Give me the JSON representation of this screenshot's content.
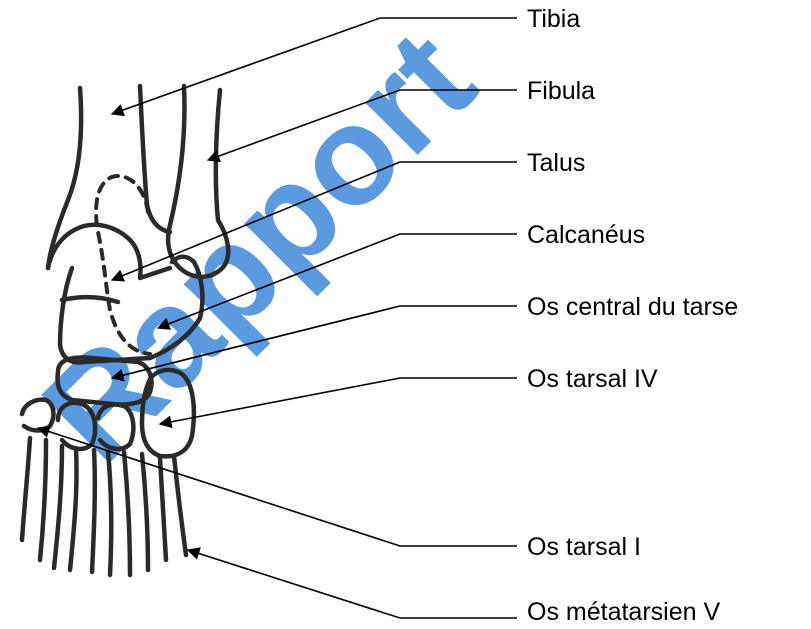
{
  "labels": {
    "tibia": "Tibia",
    "fibula": "Fibula",
    "talus": "Talus",
    "calcaneus": "Calcanéus",
    "os_central": "Os central du tarse",
    "os_tarsal_iv": "Os tarsal IV",
    "os_tarsal_i": "Os tarsal I",
    "os_metatarsien_v": "Os métatarsien V"
  },
  "watermark": {
    "text": "Rapport",
    "color": "#2a7bd6"
  }
}
